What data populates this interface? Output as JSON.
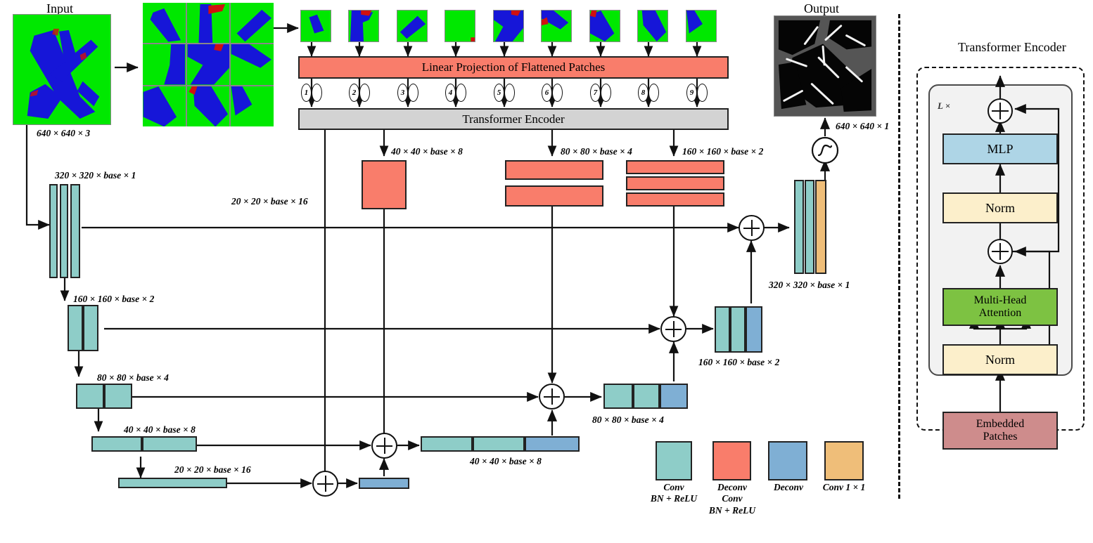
{
  "titles": {
    "input": "Input",
    "output": "Output",
    "transformer_encoder_panel": "Transformer Encoder"
  },
  "input": {
    "dims": "640 × 640 × 3",
    "patch_grid": "3x3"
  },
  "output": {
    "dims": "640 × 640 × 1",
    "activation": "sigmoid"
  },
  "vit": {
    "linear_projection": "Linear Projection of Flattened Patches",
    "encoder_bar": "Transformer Encoder",
    "tokens": [
      "1",
      "2",
      "3",
      "4",
      "5",
      "6",
      "7",
      "8",
      "9"
    ],
    "patch_count": 9
  },
  "encoder_path": [
    {
      "label": "320 × 320 × base × 1",
      "blocks": 3
    },
    {
      "label": "160 × 160 × base × 2",
      "blocks": 2
    },
    {
      "label": "80 × 80 × base × 4",
      "blocks": 2
    },
    {
      "label": "40 × 40 × base × 8",
      "blocks": 2
    },
    {
      "label": "20 × 20 × base × 16",
      "blocks": 1
    }
  ],
  "skip_label_20": "20 × 20 × base × 16",
  "deconv_heads": [
    {
      "label": "40 × 40 × base × 8",
      "bars": 1
    },
    {
      "label": "80 × 80 × base × 4",
      "bars": 2
    },
    {
      "label": "160 × 160 × base × 2",
      "bars": 3
    }
  ],
  "decoder_path": [
    {
      "label": "40 × 40 × base × 8"
    },
    {
      "label": "80 × 80 × base × 4"
    },
    {
      "label": "160 × 160 × base × 2"
    },
    {
      "label": "320 × 320 × base × 1"
    }
  ],
  "legend": [
    {
      "name": "Conv\nBN + ReLU",
      "line1": "Conv",
      "line2": "BN + ReLU",
      "line3": "",
      "color": "#8ECDC8"
    },
    {
      "name": "Deconv Conv BN + ReLU",
      "line1": "Deconv",
      "line2": "Conv",
      "line3": "BN + ReLU",
      "color": "#F97D6B"
    },
    {
      "name": "Deconv",
      "line1": "Deconv",
      "line2": "",
      "line3": "",
      "color": "#7FAFD4"
    },
    {
      "name": "Conv 1 × 1",
      "line1": "Conv 1 × 1",
      "line2": "",
      "line3": "",
      "color": "#EFBE79"
    }
  ],
  "encoder_panel": {
    "repeat": "L ×",
    "mlp": "MLP",
    "norm_top": "Norm",
    "attention": "Multi-Head\nAttention",
    "attention_line1": "Multi-Head",
    "attention_line2": "Attention",
    "norm_bottom": "Norm",
    "embedded_line1": "Embedded",
    "embedded_line2": "Patches"
  },
  "colors": {
    "conv_teal": "#8ECDC8",
    "deconv_conv_salmon": "#F97D6B",
    "deconv_blue": "#7FAFD4",
    "conv1x1_orange": "#EFBE79",
    "encoder_bar_grey": "#D3D3D3",
    "linear_projection_salmon": "#F97D6B",
    "mlp_blue": "#AED5E6",
    "norm_cream": "#FCEFCB",
    "attention_green": "#7DC242",
    "embedded_rose": "#CE8C8C"
  }
}
